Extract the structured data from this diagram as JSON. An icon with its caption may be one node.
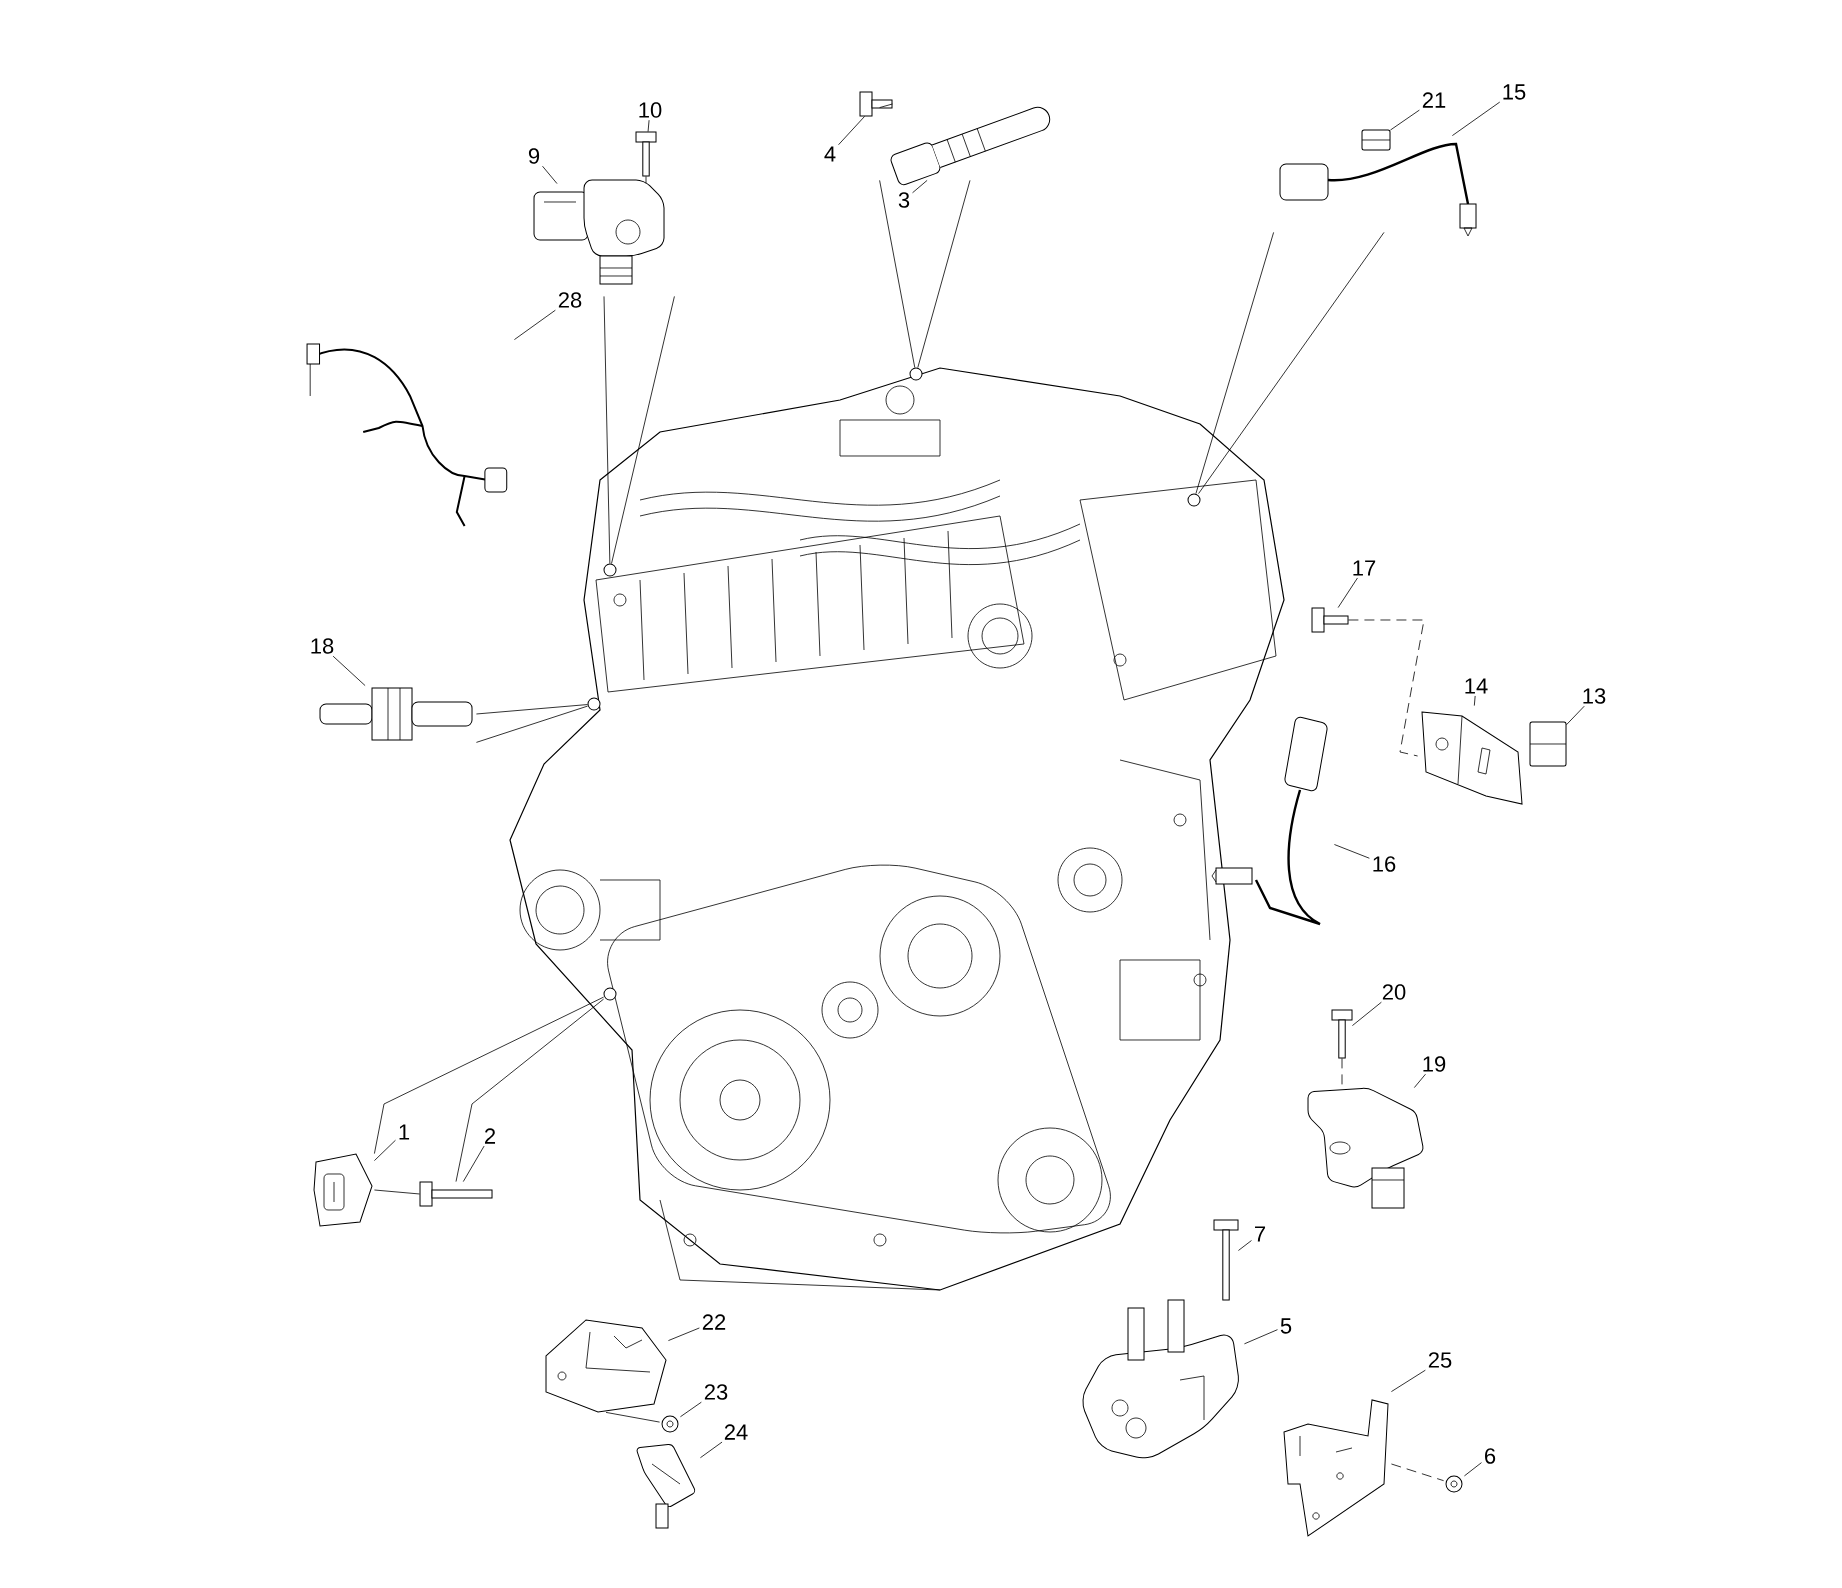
{
  "diagram": {
    "nodes": [
      {
        "text": [],
        "shape": "picture"
      },
      {
        "text": [
          "10"
        ]
      },
      {
        "text": [],
        "shape": "picture"
      },
      {
        "text": [
          "9"
        ]
      },
      {
        "text": [],
        "shape": "picture"
      },
      {
        "text": [
          "4"
        ]
      },
      {
        "text": [],
        "shape": "picture"
      },
      {
        "text": [
          "3"
        ]
      },
      {
        "text": [],
        "shape": "picture"
      },
      {
        "text": [
          "21"
        ]
      },
      {
        "text": [],
        "shape": "picture"
      },
      {
        "text": [
          "15"
        ]
      },
      {
        "text": [],
        "shape": "picture"
      },
      {
        "text": [
          "28"
        ]
      },
      {
        "text": [],
        "shape": "picture"
      },
      {
        "text": [
          "18"
        ]
      },
      {
        "text": [],
        "shape": "picture"
      },
      {
        "text": [
          "17"
        ]
      },
      {
        "text": [],
        "shape": "picture"
      },
      {
        "text": [
          "14"
        ]
      },
      {
        "text": [],
        "shape": "picture"
      },
      {
        "text": [
          "13"
        ]
      },
      {
        "text": [],
        "shape": "picture"
      },
      {
        "text": [
          "16"
        ]
      },
      {
        "text": [],
        "shape": "picture"
      },
      {
        "text": [
          "20"
        ]
      },
      {
        "text": [],
        "shape": "picture"
      },
      {
        "text": [
          "19"
        ]
      },
      {
        "text": [],
        "shape": "picture"
      },
      {
        "text": [
          "1"
        ]
      },
      {
        "text": [],
        "shape": "picture"
      },
      {
        "text": [
          "2"
        ]
      },
      {
        "text": [],
        "shape": "picture"
      },
      {
        "text": [
          "7"
        ]
      },
      {
        "text": [],
        "shape": "picture"
      },
      {
        "text": [
          "22"
        ]
      },
      {
        "text": [],
        "shape": "picture"
      },
      {
        "text": [
          "5"
        ]
      },
      {
        "text": [],
        "shape": "picture"
      },
      {
        "text": [
          "23"
        ]
      },
      {
        "text": [],
        "shape": "picture"
      },
      {
        "text": [
          "24"
        ]
      },
      {
        "text": [],
        "shape": "picture"
      },
      {
        "text": [
          "25"
        ]
      },
      {
        "text": [],
        "shape": "picture"
      },
      {
        "text": [
          "6"
        ]
      },
      {
        "text": [],
        "shape": "picture"
      },
      {
        "text": [],
        "shape": "circle",
        "in": 0
      },
      {
        "text": [],
        "shape": "circle",
        "in": 0
      },
      {
        "text": [],
        "shape": "circle",
        "in": 0
      },
      {
        "text": [],
        "shape": "circle",
        "in": 0
      },
      {
        "text": [],
        "shape": "circle",
        "in": 0
      }
    ],
    "edges": [
      {
        "from": 1,
        "to": 2,
        "arrow": "none"
      },
      {
        "from": 3,
        "to": 4,
        "arrow": "none"
      },
      {
        "from": 5,
        "to": 6,
        "arrow": "none"
      },
      {
        "from": 7,
        "to": 8,
        "arrow": "none"
      },
      {
        "from": 9,
        "to": 10,
        "arrow": "none"
      },
      {
        "from": 11,
        "to": 12,
        "arrow": "none"
      },
      {
        "from": 13,
        "to": 14,
        "arrow": "none"
      },
      {
        "from": 15,
        "to": 16,
        "arrow": "none"
      },
      {
        "from": 17,
        "to": 18,
        "arrow": "none"
      },
      {
        "from": 19,
        "to": 20,
        "arrow": "none"
      },
      {
        "from": 21,
        "to": 22,
        "arrow": "none"
      },
      {
        "from": 23,
        "to": 24,
        "arrow": "none"
      },
      {
        "from": 25,
        "to": 26,
        "arrow": "none"
      },
      {
        "from": 27,
        "to": 28,
        "arrow": "none"
      },
      {
        "from": 29,
        "to": 30,
        "arrow": "none"
      },
      {
        "from": 31,
        "to": 32,
        "arrow": "none"
      },
      {
        "from": 33,
        "to": 34,
        "arrow": "none"
      },
      {
        "from": 35,
        "to": 36,
        "arrow": "none"
      },
      {
        "from": 37,
        "to": 38,
        "arrow": "none"
      },
      {
        "from": 39,
        "to": 40,
        "arrow": "none"
      },
      {
        "from": 41,
        "to": 42,
        "arrow": "none"
      },
      {
        "from": 43,
        "to": 44,
        "arrow": "none"
      },
      {
        "from": 45,
        "to": 46,
        "arrow": "none"
      },
      {
        "from": 4,
        "to": 47,
        "arrow": "none"
      },
      {
        "from": 4,
        "to": 47,
        "arrow": "none"
      },
      {
        "from": 8,
        "to": 48,
        "arrow": "none"
      },
      {
        "from": 8,
        "to": 48,
        "arrow": "none"
      },
      {
        "from": 12,
        "to": 49,
        "arrow": "none"
      },
      {
        "from": 12,
        "to": 49,
        "arrow": "none"
      },
      {
        "from": 16,
        "to": 50,
        "arrow": "none"
      },
      {
        "from": 16,
        "to": 50,
        "arrow": "none"
      },
      {
        "from": 30,
        "to": 51,
        "arrow": "none"
      },
      {
        "from": 32,
        "to": 51,
        "arrow": "none"
      },
      {
        "from": 2,
        "to": 4,
        "arrow": "none"
      },
      {
        "from": 6,
        "to": 8,
        "arrow": "none"
      },
      {
        "from": 18,
        "to": 20,
        "arrow": "none",
        "style": "dashed"
      },
      {
        "from": 26,
        "to": 28,
        "arrow": "none",
        "style": "dashed"
      },
      {
        "from": 44,
        "to": 46,
        "arrow": "none",
        "style": "dashed"
      },
      {
        "from": 36,
        "to": 40,
        "arrow": "none"
      },
      {
        "from": 32,
        "to": 30,
        "arrow": "none"
      }
    ]
  }
}
